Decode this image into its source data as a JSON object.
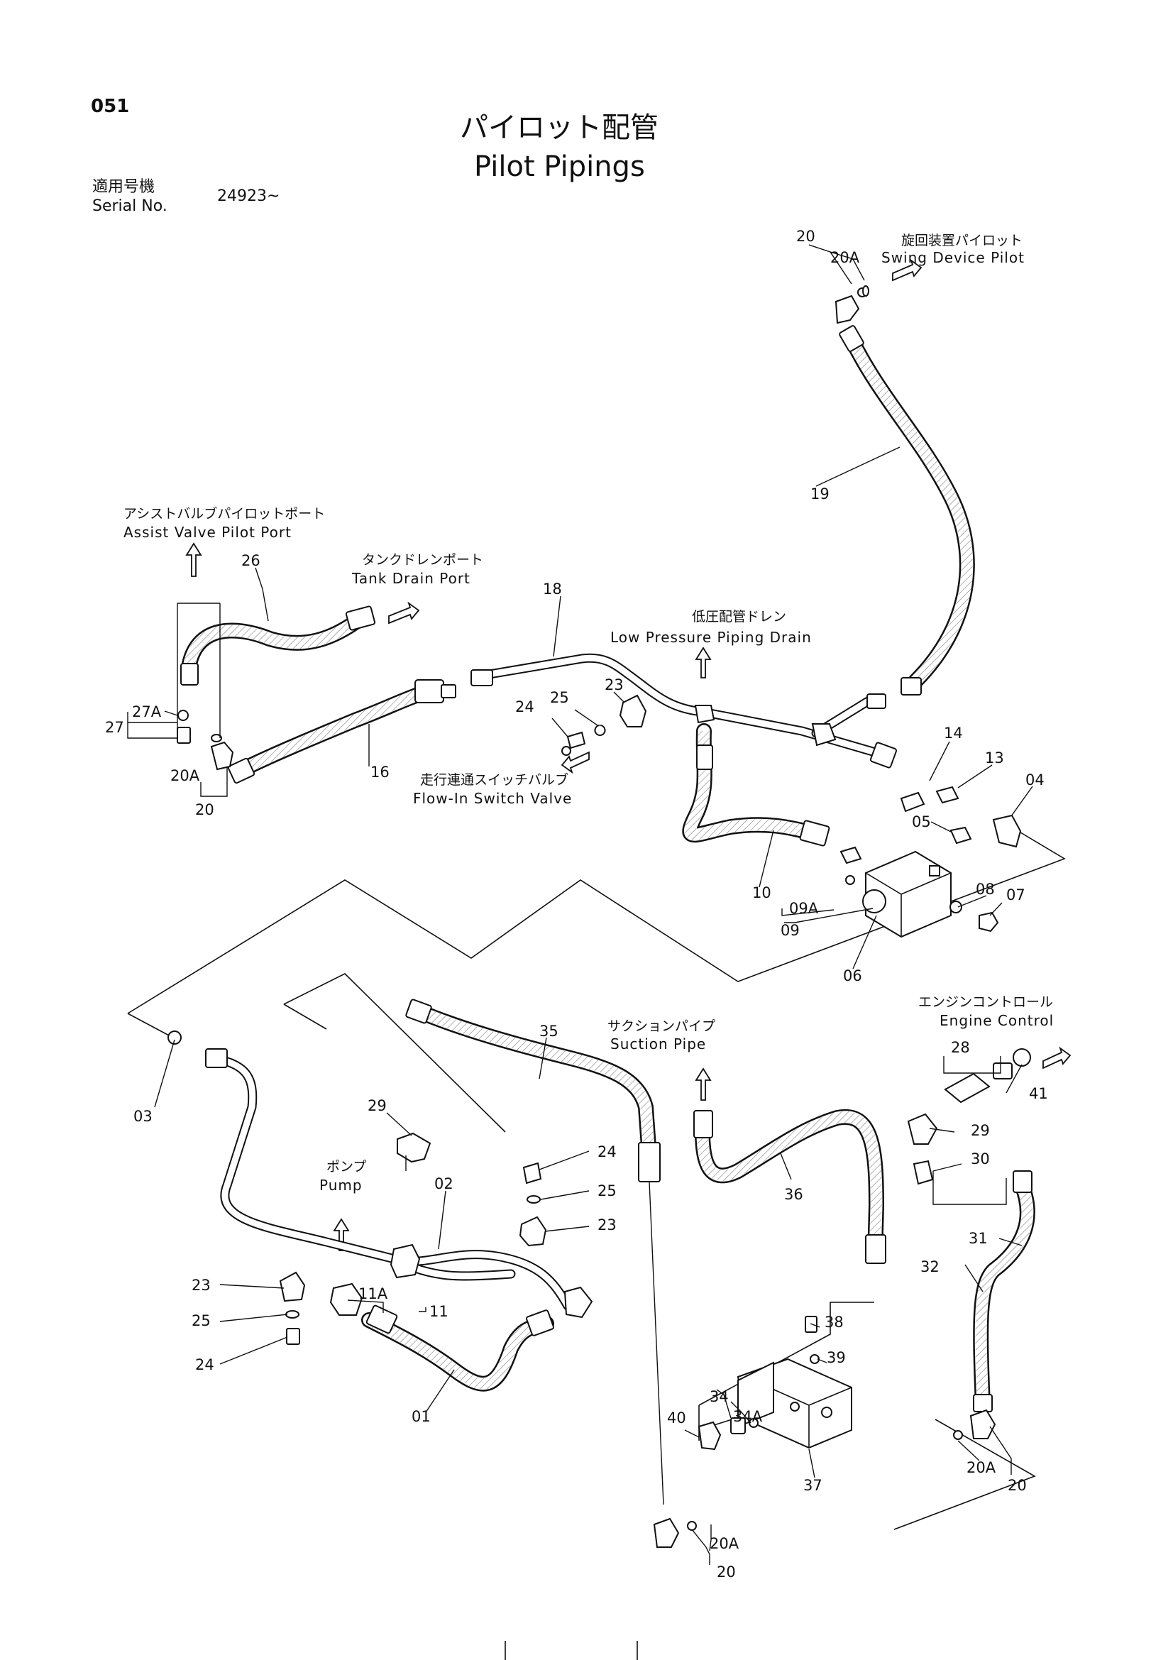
{
  "header": {
    "page_code": "051",
    "title_jp": "パイロット配管",
    "title_en": "Pilot Pipings",
    "serial_label_jp": "適用号機",
    "serial_label_en": "Serial No.",
    "serial_value": "24923~"
  },
  "connections": {
    "swing_jp": "旋回装置パイロット",
    "swing_en": "Swing Device Pilot",
    "assist_jp": "アシストバルブパイロットポート",
    "assist_en": "Assist Valve Pilot Port",
    "tank_jp": "タンクドレンポート",
    "tank_en": "Tank Drain Port",
    "lowp_jp": "低圧配管ドレン",
    "lowp_en": "Low Pressure Piping Drain",
    "flowin_jp": "走行連通スイッチバルブ",
    "flowin_en": "Flow-In Switch Valve",
    "suction_jp": "サクションパイプ",
    "suction_en": "Suction Pipe",
    "pump_jp": "ポンプ",
    "pump_en": "Pump",
    "engine_jp": "エンジンコントロール",
    "engine_en": "Engine Control"
  },
  "part_labels": {
    "p20_top": "20",
    "p20a_top": "20A",
    "p19": "19",
    "p26": "26",
    "p18": "18",
    "p27a": "27A",
    "p27": "27",
    "p20a_left": "20A",
    "p20_left": "20",
    "p16": "16",
    "p23_top": "23",
    "p25_top": "25",
    "p24_top": "24",
    "p14": "14",
    "p13": "13",
    "p04": "04",
    "p05": "05",
    "p08": "08",
    "p07": "07",
    "p10": "10",
    "p09a": "09A",
    "p09": "09",
    "p06": "06",
    "p35": "35",
    "p03": "03",
    "p29_left": "29",
    "p24_mid": "24",
    "p25_mid": "25",
    "p23_mid": "23",
    "p02": "02",
    "p36": "36",
    "p28": "28",
    "p41": "41",
    "p29_right": "29",
    "p30": "30",
    "p31": "31",
    "p32": "32",
    "p23_low": "23",
    "p25_low": "25",
    "p24_low": "24",
    "p11a": "11A",
    "p11": "11",
    "p01": "01",
    "p38": "38",
    "p39": "39",
    "p34": "34",
    "p34a": "34A",
    "p40": "40",
    "p37": "37",
    "p20a_bot": "20A",
    "p20_bot": "20",
    "p20a_br": "20A",
    "p20_br": "20"
  }
}
